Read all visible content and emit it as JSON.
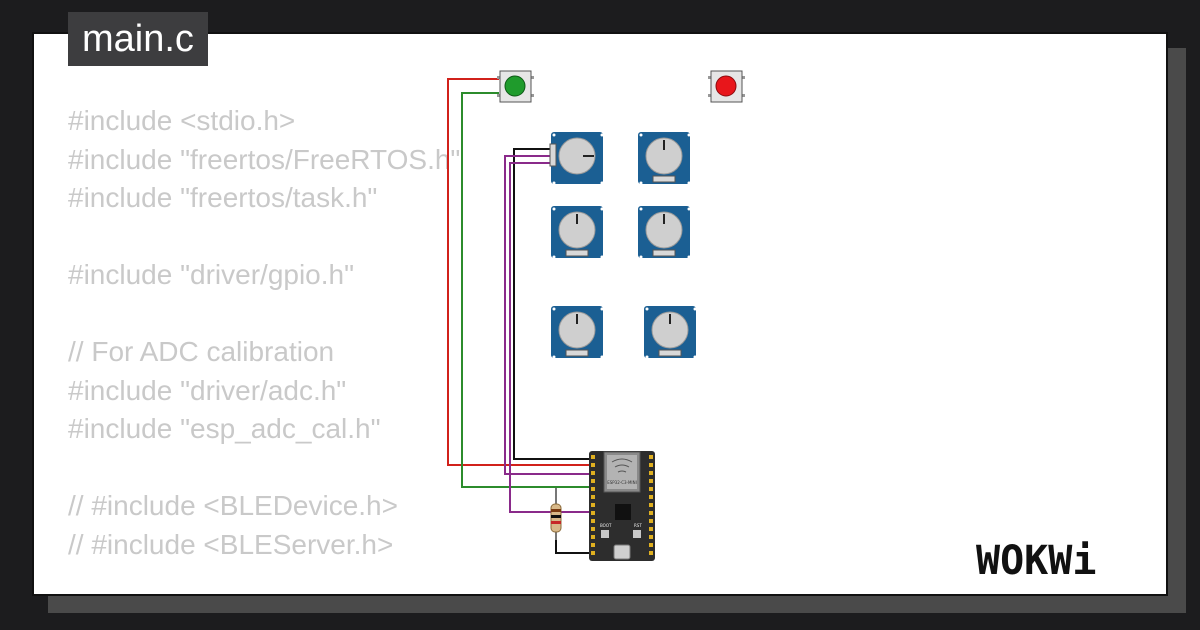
{
  "file_tab": {
    "label": "main.c"
  },
  "code_lines": [
    "#include <stdio.h>",
    "#include \"freertos/FreeRTOS.h\"",
    "#include \"freertos/task.h\"",
    "",
    "#include \"driver/gpio.h\"",
    "",
    "// For ADC calibration",
    "#include \"driver/adc.h\"",
    "#include \"esp_adc_cal.h\"",
    "",
    "// #include <BLEDevice.h>",
    "// #include <BLEServer.h>"
  ],
  "brand": {
    "name": "WOKWi"
  },
  "components": {
    "button_green": {
      "color": "#1f9b2c"
    },
    "button_red": {
      "color": "#e8161b"
    },
    "potentiometer_count": 6,
    "board": {
      "chip_label": "ESP32-C3-MINI",
      "boot_label": "BOOT",
      "rst_label": "RST"
    }
  },
  "colors": {
    "background": "#1c1c1e",
    "card": "#ffffff",
    "code_text": "#c9c9c9",
    "pot_board": "#1b5f93",
    "wire_red": "#d1211b",
    "wire_green": "#2c8c2c",
    "wire_black": "#111111",
    "wire_purple": "#8a2a8a"
  }
}
